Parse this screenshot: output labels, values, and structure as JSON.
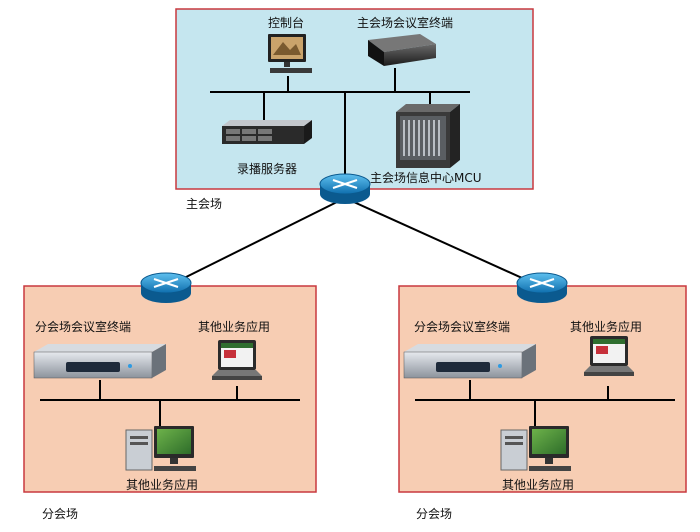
{
  "main_site": {
    "region_label": "主会场",
    "console_label": "控制台",
    "terminal_label": "主会场会议室终端",
    "recording_server_label": "录播服务器",
    "mcu_label": "主会场信息中心MCU"
  },
  "branch_left": {
    "region_label": "分会场",
    "terminal_label": "分会场会议室终端",
    "laptop_label": "其他业务应用",
    "pc_label": "其他业务应用"
  },
  "branch_right": {
    "region_label": "分会场",
    "terminal_label": "分会场会议室终端",
    "laptop_label": "其他业务应用",
    "pc_label": "其他业务应用"
  },
  "colors": {
    "main_fill": "#c5e6ef",
    "branch_fill": "#f7cdb3",
    "box_border": "#c8383f",
    "router_blue": "#1e8ec9",
    "line": "#000000"
  },
  "icons": [
    "router-icon",
    "monitor-icon",
    "terminal-icon",
    "server-icon",
    "mcu-rack-icon",
    "laptop-icon",
    "desktop-pc-icon"
  ]
}
